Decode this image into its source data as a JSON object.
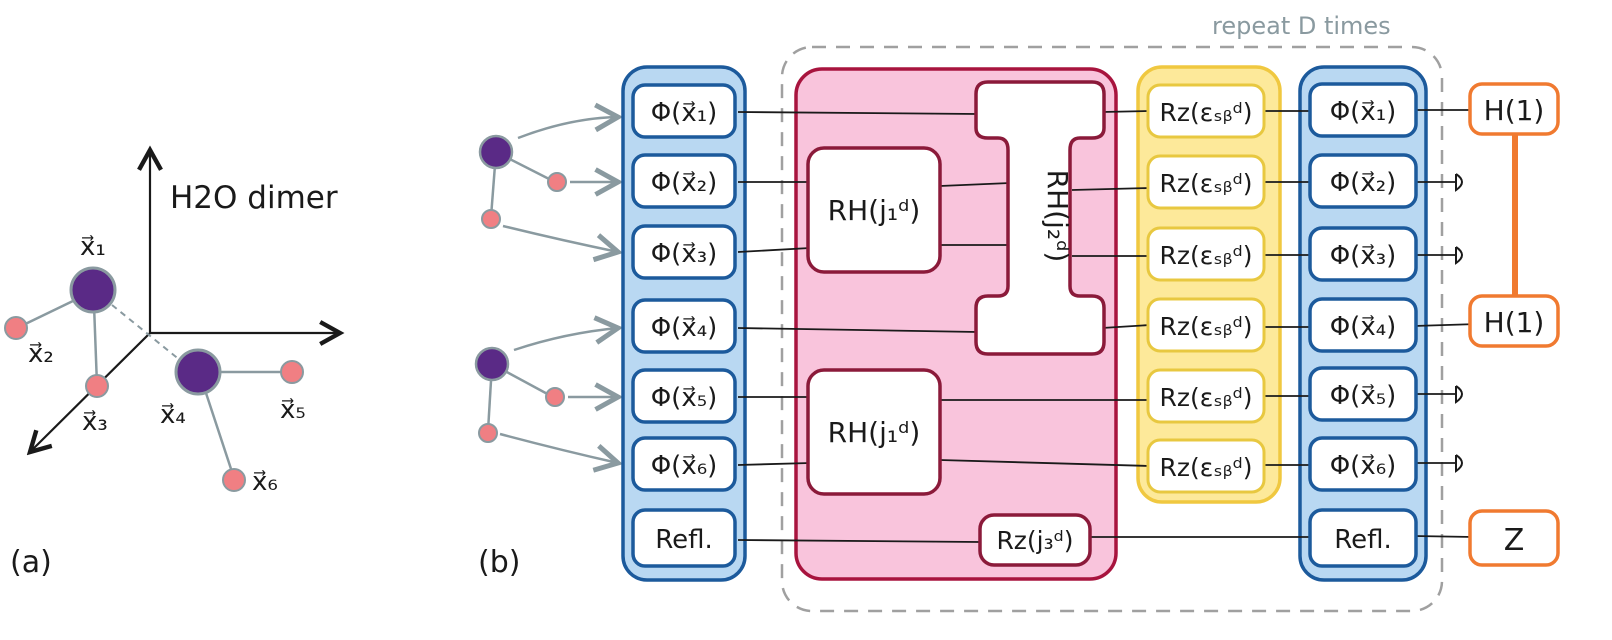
{
  "panel_a": {
    "label": "(a)",
    "title": "H2O dimer",
    "atoms": [
      {
        "label": "x1",
        "text": "x⃗₁"
      },
      {
        "label": "x2",
        "text": "x⃗₂"
      },
      {
        "label": "x3",
        "text": "x⃗₃"
      },
      {
        "label": "x4",
        "text": "x⃗₄"
      },
      {
        "label": "x5",
        "text": "x⃗₅"
      },
      {
        "label": "x6",
        "text": "x⃗₆"
      }
    ]
  },
  "panel_b": {
    "label": "(b)",
    "repeat_label": "repeat D times",
    "encode_gates": [
      "Φ(x⃗₁)",
      "Φ(x⃗₂)",
      "Φ(x⃗₃)",
      "Φ(x⃗₄)",
      "Φ(x⃗₅)",
      "Φ(x⃗₆)",
      "Refl."
    ],
    "rh_gate_1": "RH(j₁ᵈ)",
    "rh_gate_2": "RH(j₁ᵈ)",
    "rh_gate_big": "RH(j₂ᵈ)",
    "rz_j3": "Rz(j₃ᵈ)",
    "rz_gates": [
      "Rz(εₛᵦᵈ)",
      "Rz(εₛᵦᵈ)",
      "Rz(εₛᵦᵈ)",
      "Rz(εₛᵦᵈ)",
      "Rz(εₛᵦᵈ)",
      "Rz(εₛᵦᵈ)"
    ],
    "encode_gates_2": [
      "Φ(x⃗₁)",
      "Φ(x⃗₂)",
      "Φ(x⃗₃)",
      "Φ(x⃗₄)",
      "Φ(x⃗₅)",
      "Φ(x⃗₆)",
      "Refl."
    ],
    "measure_h1_top": "H(1)",
    "measure_h1_bottom": "H(1)",
    "measure_z": "Z"
  },
  "colors": {
    "blue_fill": "#b9d8f2",
    "blue_stroke": "#1c5a9c",
    "pink_fill": "#f9c4dc",
    "pink_stroke": "#a8143e",
    "yellow_fill": "#fde99a",
    "yellow_stroke": "#f0c840",
    "orange_stroke": "#f07a30",
    "oxygen": "#5a2a86",
    "hydrogen": "#f07f83",
    "bond": "#8a9aa0"
  }
}
